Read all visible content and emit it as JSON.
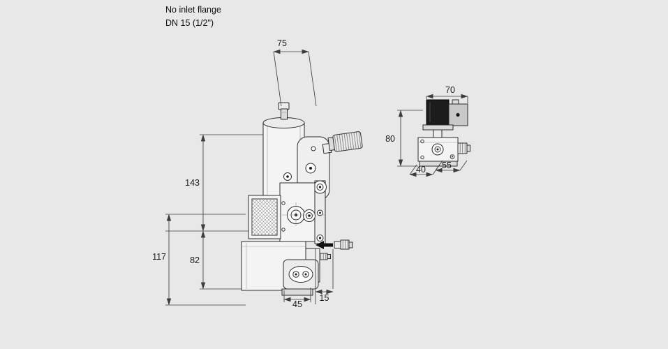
{
  "canvas": {
    "background_color": "#e8e8e8",
    "line_color": "#3c3c3c",
    "coil_color": "#1c1c1c"
  },
  "annotation": {
    "line1": "No inlet flange",
    "line2": "DN 15 (1/2\")"
  },
  "front_view": {
    "label": "valve-with-actuator-front-view",
    "dims": {
      "top_width": "75",
      "upper_height": "143",
      "lower_total_height": "117",
      "body_height": "82",
      "base_width": "45",
      "side_offset": "15"
    }
  },
  "side_view": {
    "label": "solenoid-valve-side-view",
    "dims": {
      "top_width": "70",
      "height": "80",
      "bottom_width_a": "40",
      "bottom_width_b": "55"
    }
  }
}
